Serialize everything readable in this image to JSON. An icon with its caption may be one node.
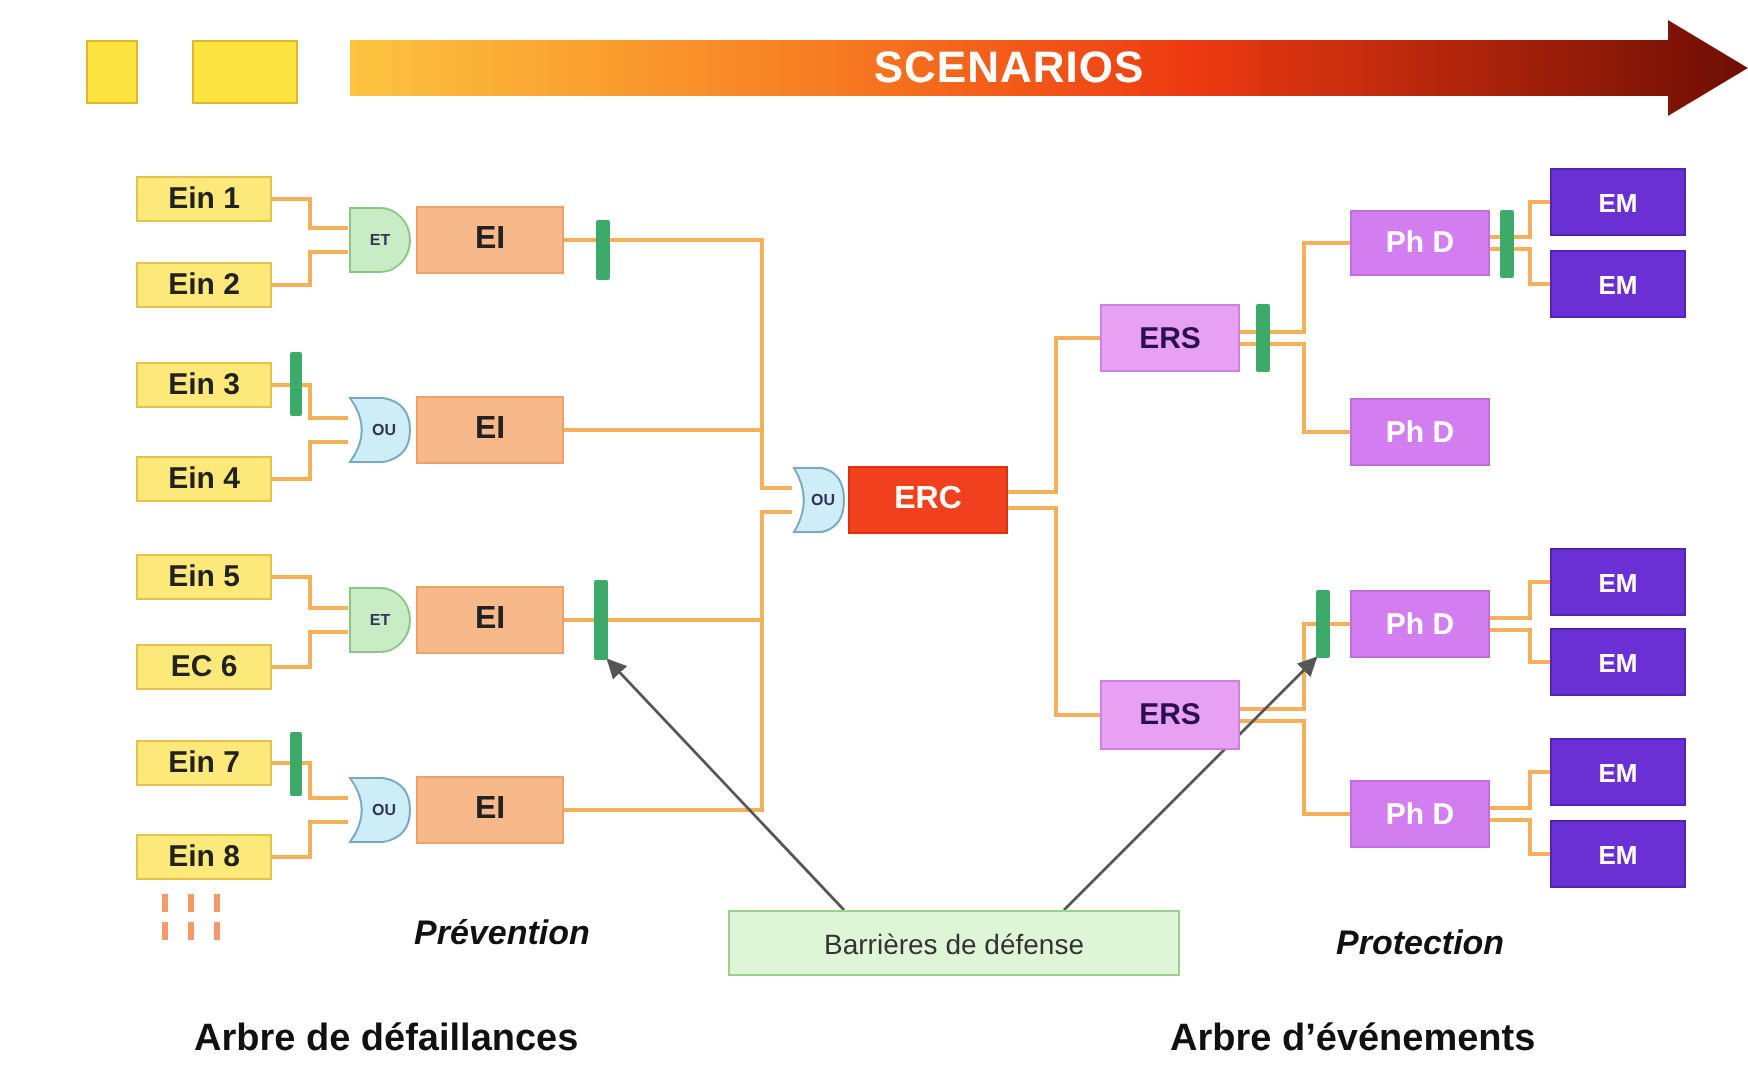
{
  "diagram": {
    "nodes": [
      {
        "text": [
          "SCENARIOS"
        ]
      },
      {
        "text": [
          "Ein 1"
        ]
      },
      {
        "text": [
          "Ein 2"
        ]
      },
      {
        "text": [
          "Ein 3"
        ]
      },
      {
        "text": [
          "Ein 4"
        ]
      },
      {
        "text": [
          "Ein 5"
        ]
      },
      {
        "text": [
          "EC 6"
        ]
      },
      {
        "text": [
          "Ein 7"
        ]
      },
      {
        "text": [
          "Ein 8"
        ]
      },
      {
        "text": [
          "ET"
        ]
      },
      {
        "text": [
          "EI"
        ]
      },
      {
        "text": [
          "OU"
        ]
      },
      {
        "text": [
          "EI"
        ]
      },
      {
        "text": [
          "ET"
        ]
      },
      {
        "text": [
          "EI"
        ]
      },
      {
        "text": [
          "OU"
        ]
      },
      {
        "text": [
          "EI"
        ]
      },
      {
        "text": [
          "OU"
        ]
      },
      {
        "text": [
          "ERC"
        ]
      },
      {
        "text": [
          "ERS"
        ]
      },
      {
        "text": [
          "Ph D"
        ]
      },
      {
        "text": [
          "EM"
        ]
      },
      {
        "text": [
          "EM"
        ]
      },
      {
        "text": [
          "Ph D"
        ]
      },
      {
        "text": [
          "ERS"
        ]
      },
      {
        "text": [
          "Ph D"
        ]
      },
      {
        "text": [
          "EM"
        ]
      },
      {
        "text": [
          "EM"
        ]
      },
      {
        "text": [
          "Ph D"
        ]
      },
      {
        "text": [
          "EM"
        ]
      },
      {
        "text": [
          "EM"
        ]
      },
      {
        "text": [],
        "shape": "bar"
      },
      {
        "text": [],
        "shape": "bar"
      },
      {
        "text": [
          "Barrières de défense"
        ]
      }
    ],
    "edges": [
      {
        "from": 1,
        "to": 9,
        "arrow": "none"
      },
      {
        "from": 2,
        "to": 9,
        "arrow": "none"
      },
      {
        "from": 3,
        "to": 11,
        "arrow": "none"
      },
      {
        "from": 4,
        "to": 11,
        "arrow": "none"
      },
      {
        "from": 5,
        "to": 13,
        "arrow": "none"
      },
      {
        "from": 6,
        "to": 13,
        "arrow": "none"
      },
      {
        "from": 7,
        "to": 15,
        "arrow": "none"
      },
      {
        "from": 8,
        "to": 15,
        "arrow": "none"
      },
      {
        "from": 10,
        "to": 17,
        "arrow": "none"
      },
      {
        "from": 12,
        "to": 17,
        "arrow": "none"
      },
      {
        "from": 14,
        "to": 31,
        "arrow": "none"
      },
      {
        "from": 31,
        "to": 17,
        "arrow": "none"
      },
      {
        "from": 16,
        "to": 17,
        "arrow": "none"
      },
      {
        "from": 18,
        "to": 19,
        "arrow": "none"
      },
      {
        "from": 18,
        "to": 24,
        "arrow": "none"
      },
      {
        "from": 19,
        "to": 20,
        "arrow": "none"
      },
      {
        "from": 19,
        "to": 23,
        "arrow": "none"
      },
      {
        "from": 20,
        "to": 21,
        "arrow": "none"
      },
      {
        "from": 20,
        "to": 22,
        "arrow": "none"
      },
      {
        "from": 24,
        "to": 32,
        "arrow": "none"
      },
      {
        "from": 32,
        "to": 25,
        "arrow": "none"
      },
      {
        "from": 24,
        "to": 28,
        "arrow": "none"
      },
      {
        "from": 25,
        "to": 26,
        "arrow": "none"
      },
      {
        "from": 25,
        "to": 27,
        "arrow": "none"
      },
      {
        "from": 28,
        "to": 29,
        "arrow": "none"
      },
      {
        "from": 28,
        "to": 30,
        "arrow": "none"
      },
      {
        "from": 33,
        "to": 31,
        "arrow": "to",
        "color": "#555555"
      },
      {
        "from": 33,
        "to": 32,
        "arrow": "to",
        "color": "#555555"
      }
    ],
    "labels": [
      "Prévention",
      "Protection",
      "Arbre de défaillances",
      "Arbre d’événements"
    ]
  }
}
